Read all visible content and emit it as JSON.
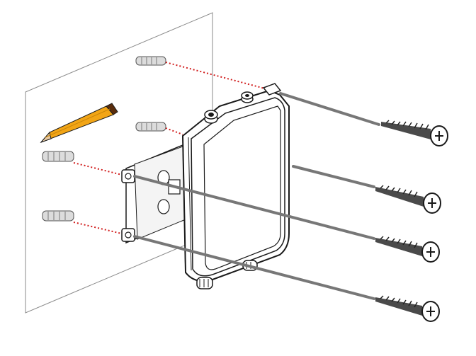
{
  "diagram": {
    "kind": "wall-mount installation illustration",
    "parts": {
      "wall": "wall",
      "pencil": "pencil",
      "anchors": [
        "wall-anchor-top-1",
        "wall-anchor-top-2",
        "wall-anchor-bottom-1",
        "wall-anchor-bottom-2"
      ],
      "device": "outdoor-enclosure",
      "bracket": "mounting-bracket",
      "screws": [
        "screw-1",
        "screw-2",
        "screw-3",
        "screw-4"
      ]
    },
    "colors": {
      "outline": "#1a1a1a",
      "guide_line": "#777777",
      "anchor_guide": "#d11c1c",
      "pencil_body": "#f2a516",
      "pencil_tip": "#5a2d0c",
      "screw_thread": "#555555"
    }
  }
}
